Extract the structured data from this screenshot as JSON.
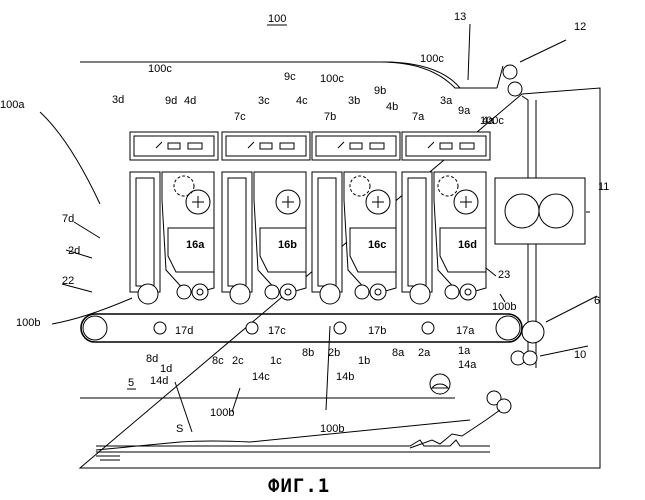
{
  "figure": {
    "number": "100",
    "caption": "ФИГ.1",
    "top_labels": [
      "13",
      "12"
    ],
    "left_labels": [
      "100a",
      "7d",
      "2d",
      "22",
      "100b",
      "5"
    ],
    "right_labels": [
      "11",
      "23",
      "100b",
      "6",
      "10"
    ],
    "bottom_labels": [
      "S",
      "100b",
      "100b"
    ],
    "stations": [
      {
        "id": "d",
        "cartridge": "3d",
        "laser": "9d",
        "lens": "4d",
        "cover": "100c",
        "box": "16a",
        "belt_roller": "17d",
        "bottom": [
          "8d",
          "1d",
          "14d"
        ]
      },
      {
        "id": "c",
        "cartridge": "3c",
        "laser": "9c",
        "lens": "4c",
        "cover": "100c",
        "box": "16b",
        "belt_roller": "17c",
        "bottom": [
          "8c",
          "2c",
          "14c",
          "1c"
        ],
        "extra": "7c"
      },
      {
        "id": "b",
        "cartridge": "3b",
        "laser": "9b",
        "lens": "4b",
        "cover": "100c",
        "box": "16c",
        "belt_roller": "17b",
        "bottom": [
          "8b",
          "2b",
          "1b",
          "14b"
        ],
        "extra": "7b"
      },
      {
        "id": "a",
        "cartridge": "3a",
        "laser": "9a",
        "lens": "4a",
        "cover": "100c",
        "box": "16d",
        "belt_roller": "17a",
        "bottom": [
          "8a",
          "2a",
          "1a",
          "14a"
        ],
        "extra": "7a"
      }
    ]
  }
}
